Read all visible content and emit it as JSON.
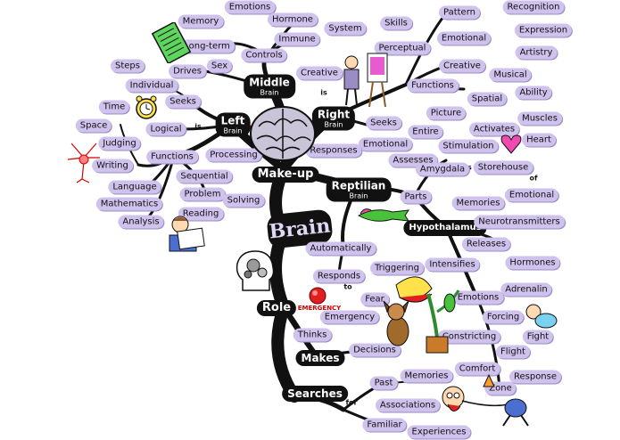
{
  "center": {
    "title": "Brain",
    "makeup": "Make-up",
    "role": "Role"
  },
  "main_nodes": {
    "middle": {
      "label": "Middle",
      "sub": "Brain"
    },
    "left": {
      "label": "Left",
      "sub": "Brain"
    },
    "right": {
      "label": "Right",
      "sub": "Brain"
    },
    "reptilian": {
      "label": "Reptilian",
      "sub": "Brain"
    },
    "hypothalamus": {
      "label": "Hypothalamus"
    },
    "makes": {
      "label": "Makes"
    },
    "searches": {
      "label": "Searches"
    }
  },
  "connectors": {
    "is_left": "is",
    "is_right": "is",
    "is_amygdala": "is",
    "of": "of",
    "to": "to",
    "for": "for"
  },
  "labels": {
    "emotions": "Emotions",
    "memory": "Memory",
    "hormone": "Hormone",
    "system": "System",
    "immune": "Immune",
    "long_term": "Long-term",
    "controls": "Controls",
    "drives": "Drives",
    "sex": "Sex",
    "steps": "Steps",
    "individual": "Individual",
    "seeks_left": "Seeks",
    "time": "Time",
    "logical": "Logical",
    "space": "Space",
    "judging": "Judging",
    "writing": "Writing",
    "functions_left": "Functions",
    "processing": "Processing",
    "sequential": "Sequential",
    "language": "Language",
    "mathematics": "Mathematics",
    "problem": "Problem",
    "solving": "Solving",
    "reading": "Reading",
    "analysis": "Analysis",
    "skills": "Skills",
    "perceptual": "Perceptual",
    "pattern": "Pattern",
    "recognition": "Recognition",
    "emotional_expr": "Emotional",
    "expression": "Expression",
    "creative_r": "Creative",
    "artistry": "Artistry",
    "musical": "Musical",
    "functions_right": "Functions",
    "spatial": "Spatial",
    "ability": "Ability",
    "creative_c": "Creative",
    "picture": "Picture",
    "seeks_right": "Seeks",
    "entire": "Entire",
    "muscles": "Muscles",
    "activates": "Activates",
    "stimulation": "Stimulation",
    "heart": "Heart",
    "emotional_resp": "Emotional",
    "responses": "Responses",
    "assesses": "Assesses",
    "amygdala": "Amygdala",
    "storehouse": "Storehouse",
    "parts": "Parts",
    "memories_emo": "Memories",
    "emotional_mem": "Emotional",
    "neurotransmitters": "Neurotransmitters",
    "releases": "Releases",
    "hormones": "Hormones",
    "automatically": "Automatically",
    "intensifies": "Intensifies",
    "responds": "Responds",
    "triggering": "Triggering",
    "adrenalin": "Adrenalin",
    "fear": "Fear",
    "emotions_h": "Emotions",
    "emergency": "Emergency",
    "forcing": "Forcing",
    "fight": "Fight",
    "thinks": "Thinks",
    "constricting": "Constricting",
    "flight": "Flight",
    "decisions": "Decisions",
    "comfort": "Comfort",
    "response": "Response",
    "zone": "Zone",
    "past": "Past",
    "memories_past": "Memories",
    "associations": "Associations",
    "familiar": "Familiar",
    "experiences": "Experiences"
  },
  "stamp_text": "EMERGENCY",
  "colors": {
    "label_fill": "#cfc2ec",
    "branch": "#111111",
    "accent_red": "#d40000"
  }
}
